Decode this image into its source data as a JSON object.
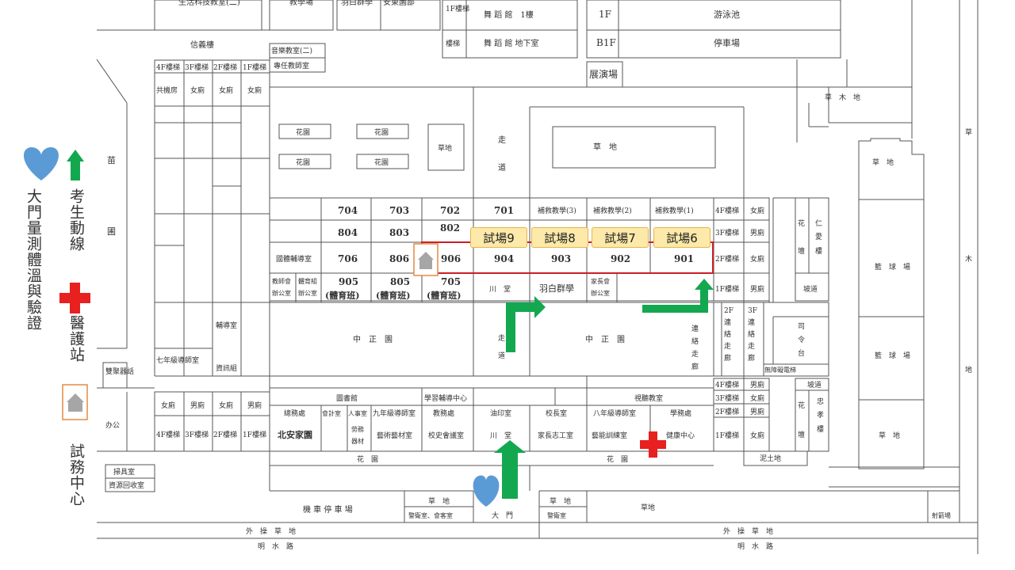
{
  "legend": {
    "temperature": "大門量測體溫與驗證",
    "route": "考生動線",
    "medical": "醫護站",
    "office": "試務中心"
  },
  "exam_rooms": [
    {
      "label": "試場9",
      "room": "904"
    },
    {
      "label": "試場8",
      "room": "903"
    },
    {
      "label": "試場7",
      "room": "902"
    },
    {
      "label": "試場6",
      "room": "901"
    }
  ],
  "top": {
    "b1": "生活科技教室(二)",
    "b2": "教學場",
    "b3": "羽白群學",
    "b4": "安東園部",
    "stair1f": "1F樓梯",
    "stair_b1": "樓梯",
    "dance1": "舞 蹈 館　1樓",
    "dance_b1": "舞 蹈 館 地下室",
    "f1": "1F",
    "pool": "游泳池",
    "b1f": "B1F",
    "parking_top": "停車場",
    "exhibit": "展演場",
    "xinyi": "信義樓",
    "music": "音樂教室(二)",
    "teacher": "專任教師室"
  },
  "left_block": {
    "stairs": [
      "4F樓梯",
      "3F樓梯",
      "2F樓梯",
      "1F樓梯"
    ],
    "row2": [
      "共機房",
      "女廁",
      "女廁",
      "女廁"
    ],
    "counsel": "輔導室",
    "info": "資訊組",
    "grade7": "七年級導師室",
    "broadcast": "雙聚器話",
    "bottom_row": [
      "女廁",
      "男廁",
      "女廁",
      "男廁"
    ],
    "bottom_stairs": [
      "4F樓梯",
      "3F樓梯",
      "2F樓梯",
      "1F樓梯"
    ],
    "tool": "掃具室",
    "recycle": "資源回收室",
    "misc": "办公"
  },
  "garden_left": [
    "苗",
    "圃"
  ],
  "gardens": [
    "花園",
    "花園",
    "花園",
    "花園"
  ],
  "lawn1": "草地",
  "corridor1": [
    "走",
    "道"
  ],
  "lawn2": "草　地",
  "rooms": {
    "r704": "704",
    "r703": "703",
    "r702": "702",
    "r701": "701",
    "r804": "804",
    "r803": "803",
    "r802": "802",
    "resource": "國體輔導室",
    "r706": "706",
    "r806": "806",
    "r906": "906",
    "teacher_res": [
      "教師會",
      "辦公室"
    ],
    "pe_office": [
      "體育組",
      "辦公室"
    ],
    "r905": "905",
    "r805": "805",
    "r705": "705",
    "pe_class": "(體育班)",
    "remedial3": "補救教學(3)",
    "remedial2": "補救教學(2)",
    "remedial1": "補救教學(1)",
    "wc": "川　堂",
    "yubai": "羽白群學",
    "parents": [
      "家長會",
      "辦公室"
    ]
  },
  "right_stairs": [
    "4F樓梯",
    "3F樓梯",
    "2F樓梯",
    "1F樓梯"
  ],
  "right_wc": [
    "女廁",
    "男廁",
    "女廁",
    "男廁"
  ],
  "hua": "花",
  "ren": [
    "仁",
    "愛",
    "樓"
  ],
  "shen": "壇",
  "ramp": "坡道",
  "zhongzheng": "中　正　園",
  "zhongzheng2": "中　正　園",
  "corridor2": [
    "走",
    "道"
  ],
  "link1": [
    "連",
    "絡",
    "走",
    "廊"
  ],
  "link2": [
    "2F",
    "連",
    "絡",
    "走",
    "廊"
  ],
  "link3": [
    "3F",
    "連",
    "絡",
    "走",
    "廊"
  ],
  "siling": [
    "司",
    "令",
    "台"
  ],
  "lift": "無障礙電梯",
  "bottom": {
    "library": "圖書館",
    "learning": "學習輔導中心",
    "general": "總務處",
    "account": "會計室",
    "personnel": "人事室",
    "grade9": "九年級導師室",
    "teaching": "教務處",
    "print": "油印室",
    "principal": "校長室",
    "grade8": "八年級導師室",
    "student": "學務處",
    "beian": "北安家園",
    "labor": [
      "勞務",
      "器材"
    ],
    "art": "藝術藝材室",
    "history": "校史會議室",
    "hall": "川　堂",
    "family": "家長志工室",
    "skill": "藝能訓練室",
    "health": "健康中心",
    "gardens": [
      "花　園",
      "花　園"
    ],
    "listen": "視聽教室",
    "stairs": [
      "4F樓梯",
      "3F樓梯",
      "2F樓梯",
      "1F樓梯"
    ],
    "wc": [
      "男廁",
      "女廁",
      "男廁",
      "女廁"
    ],
    "ramp": "坡道",
    "flower": [
      "花",
      "壇"
    ],
    "zhong": [
      "忠",
      "孝",
      "樓"
    ],
    "clay": "泥土地",
    "lawn": "草　地"
  },
  "south": {
    "parking": "機 車 停 車 場",
    "lawn_a": "草　地",
    "guard_a": "警衛室、會客室",
    "gate": "大　門",
    "lawn_b": "草　地",
    "guard_b": "警衛室",
    "lawn_c": "草地",
    "outer1": "外　操　草　地",
    "outer2": "外　操　草　地",
    "road1": "明　水　路",
    "road2": "明　水　路",
    "archery": "射箭場"
  },
  "right_side": {
    "lawn_top": "草　木　地",
    "lawn_r": "草",
    "lawn2": "草　地",
    "wood": "木",
    "ground": "地",
    "basket1": "籃　球　場",
    "basket2": "籃　球　場",
    "lawn3": "草　地"
  },
  "colors": {
    "heart": "#5b9bd5",
    "arrow": "#13a84f",
    "cross": "#e8201f",
    "house_border": "#e58a42",
    "house": "#a6a6a6",
    "exam_fill": "#fde9a9",
    "exam_border": "#e5b64b",
    "route_box": "#c8202a"
  }
}
